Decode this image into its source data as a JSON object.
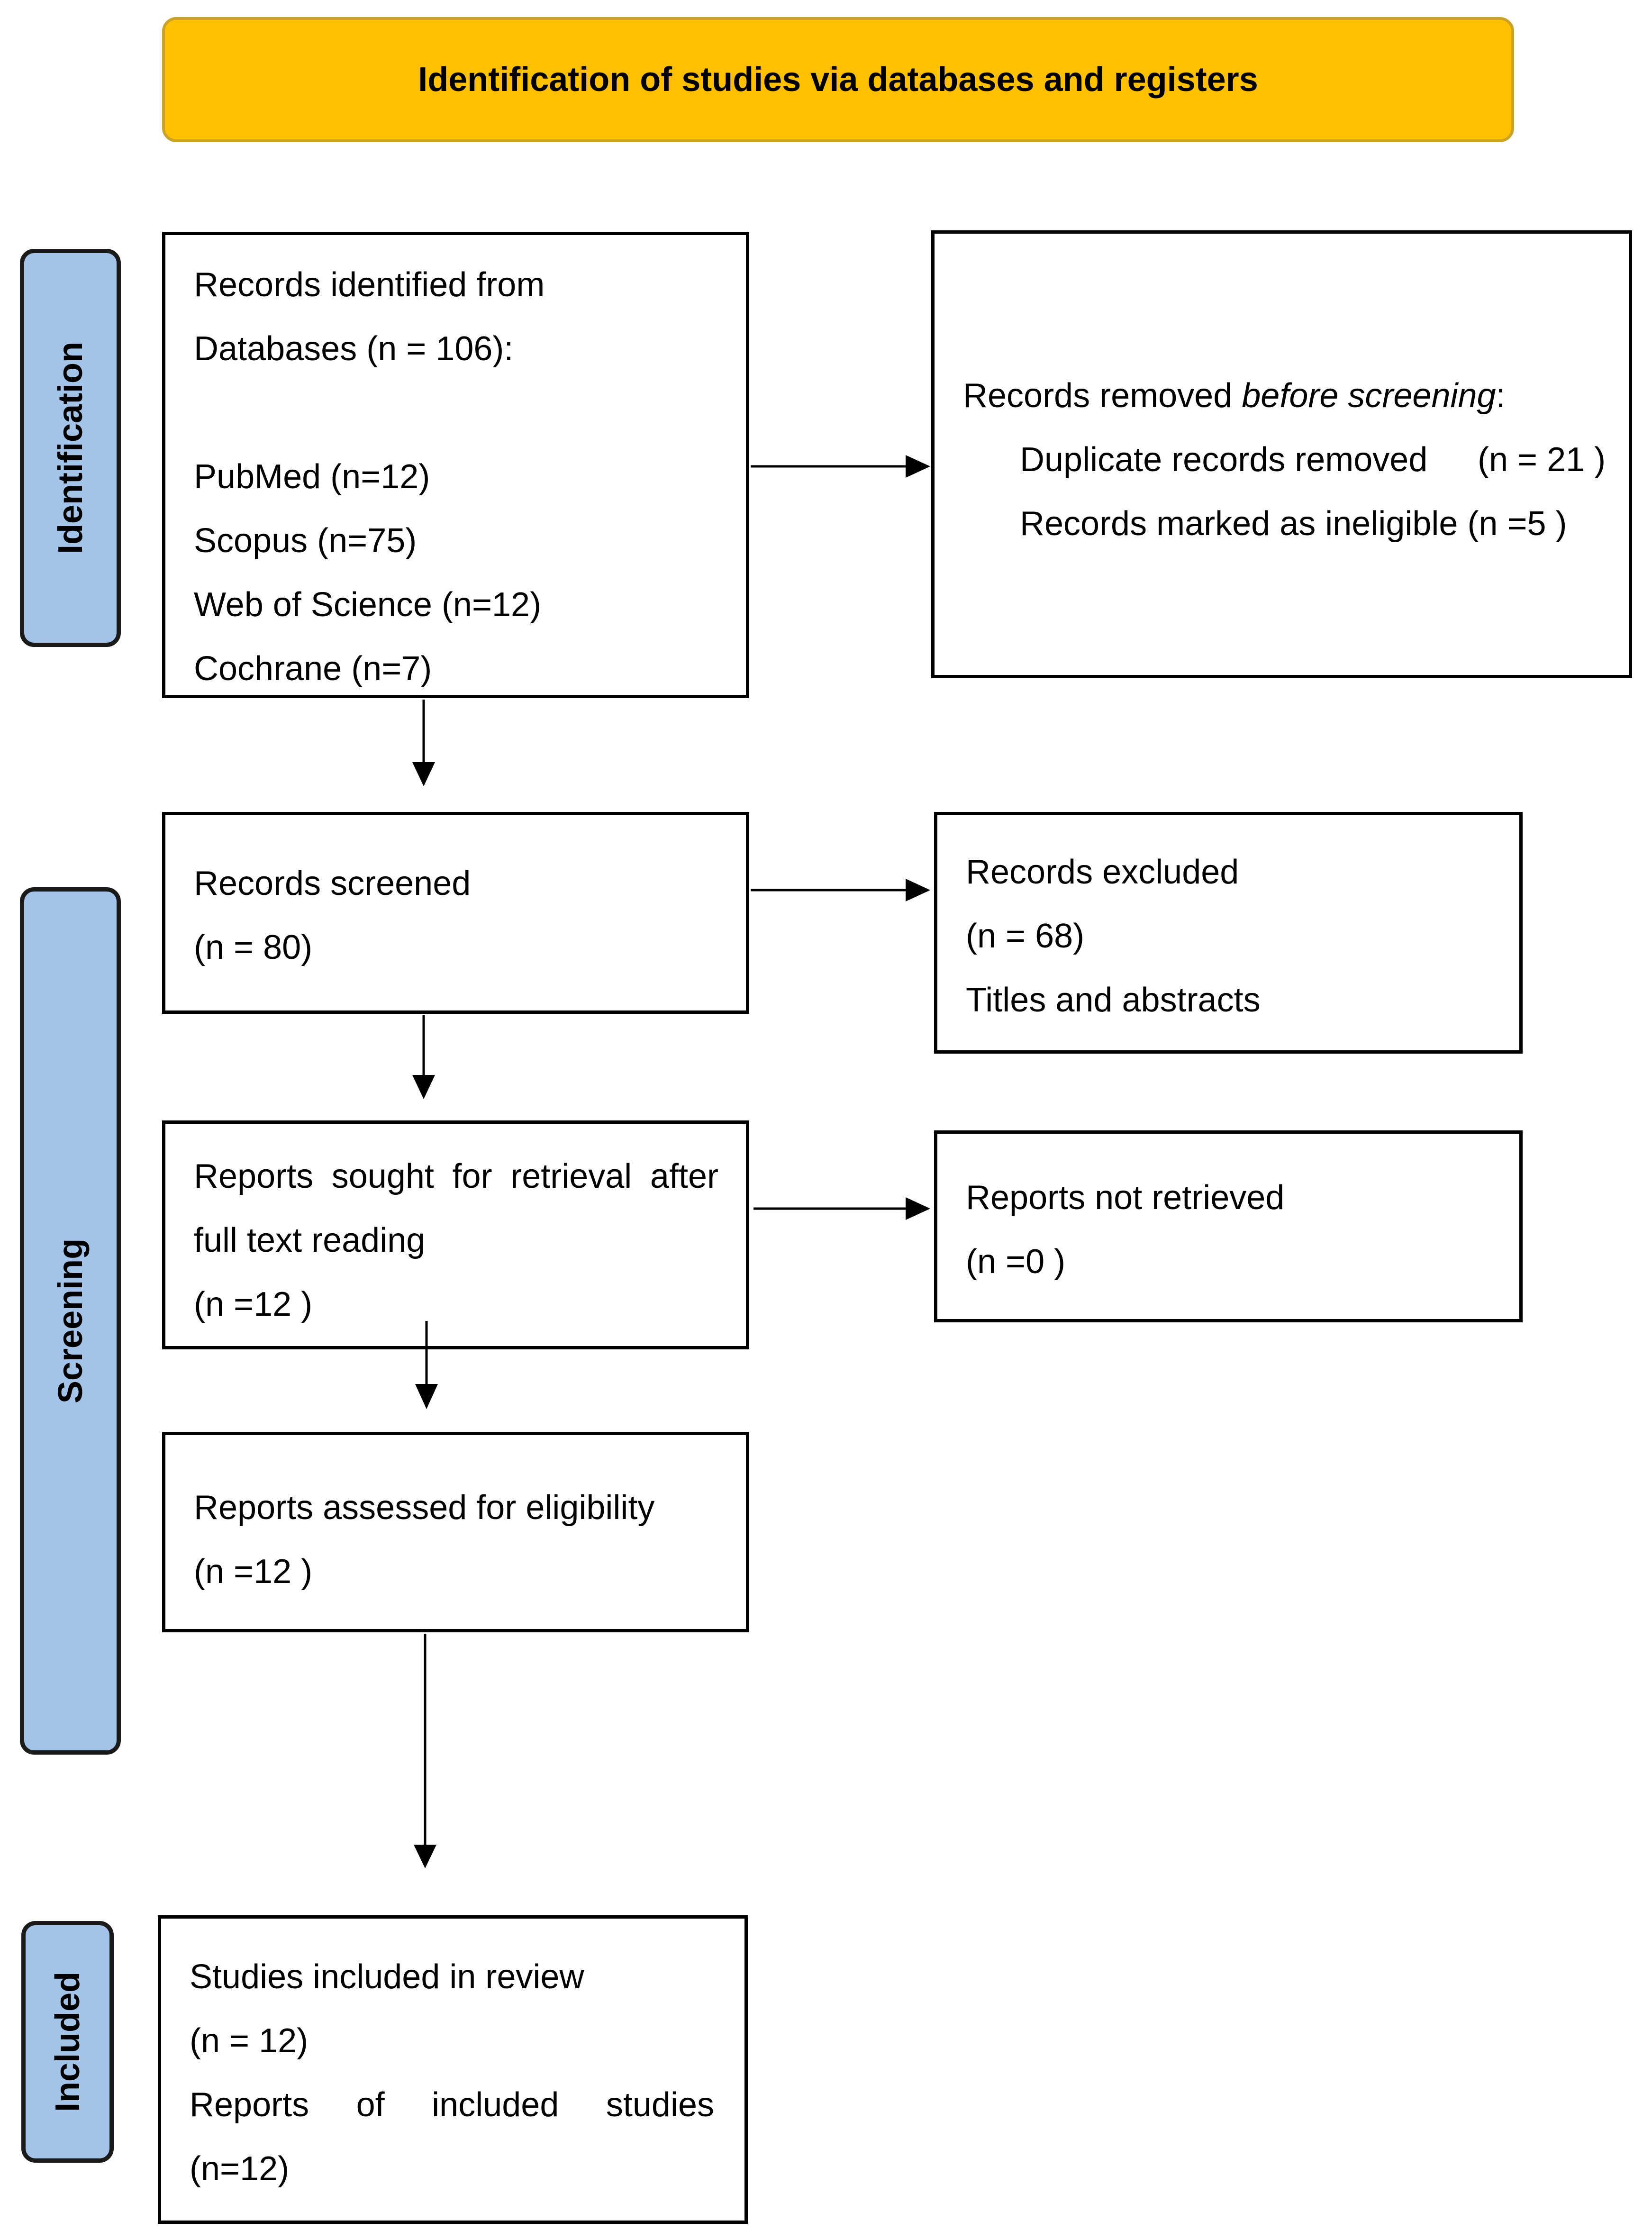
{
  "header": "Identification of studies via databases and registers",
  "phases": {
    "identification": "Identification",
    "screening": "Screening",
    "included": "Included"
  },
  "records_identified": {
    "line1": "Records identified from",
    "line2": "Databases (n = 106):",
    "sources": [
      "PubMed (n=12)",
      "Scopus (n=75)",
      "Web of Science (n=12)",
      "Cochrane (n=7)"
    ]
  },
  "records_removed": {
    "title_prefix": "Records removed ",
    "title_italic": "before screening",
    "title_suffix": ":",
    "duplicates_label": "Duplicate records removed",
    "duplicates_count": "(n = 21 )",
    "ineligible": "Records marked as ineligible (n =5 )"
  },
  "records_screened": {
    "label": "Records screened",
    "count": "(n = 80)"
  },
  "records_excluded": {
    "label": "Records excluded",
    "count": "(n = 68)",
    "note": "Titles and abstracts"
  },
  "reports_sought": {
    "line1": "Reports sought for retrieval after",
    "line2": "full text reading",
    "count": "(n =12 )"
  },
  "reports_not_retrieved": {
    "label": "Reports not retrieved",
    "count": "(n =0 )"
  },
  "reports_assessed": {
    "label": "Reports assessed for eligibility",
    "count": "(n =12 )"
  },
  "studies_included": {
    "line1": "Studies included in review",
    "count": "(n = 12)",
    "line3": "Reports of included studies",
    "line4": "(n=12)"
  }
}
